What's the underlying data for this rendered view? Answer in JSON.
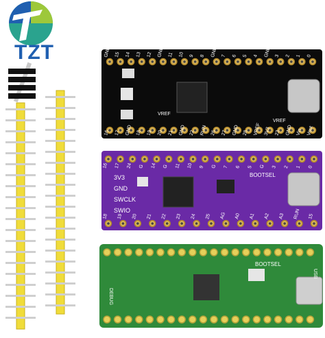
{
  "brand": {
    "name": "TZT",
    "colors": {
      "blue": "#1f5fb0",
      "teal": "#2aa38e",
      "lime": "#9dc83a"
    }
  },
  "boards": {
    "black": {
      "color": "#0b0b0b",
      "top_pins": [
        "GND",
        "15",
        "14",
        "13",
        "12",
        "GND",
        "11",
        "10",
        "9",
        "8",
        "GND",
        "7",
        "6",
        "5",
        "4",
        "GND",
        "3",
        "2",
        "1",
        "0"
      ],
      "bottom_pins": [
        "16",
        "17",
        "GND",
        "18",
        "19",
        "20",
        "21",
        "GND",
        "22",
        "RUN",
        "26",
        "27",
        "GND",
        "28",
        "VREF",
        "3V3",
        "23",
        "GND",
        "Vin",
        "Vout"
      ],
      "labels": [
        "VREF",
        "VREF"
      ]
    },
    "purple": {
      "color": "#6a2aa6",
      "top_pins": [
        "16",
        "17",
        "24",
        "G",
        "14",
        "G",
        "11",
        "10",
        "9",
        "G",
        "7",
        "6",
        "5",
        "G",
        "3",
        "2",
        "1",
        "0"
      ],
      "side_labels": [
        "3V3",
        "GND",
        "SWCLK",
        "SWIO"
      ],
      "bottom_pins": [
        "18",
        "19",
        "20",
        "21",
        "22",
        "23",
        "24",
        "25",
        "AG",
        "A0",
        "A1",
        "A2",
        "A3",
        "RUN",
        "15"
      ],
      "button_label": "BOOTSEL"
    },
    "green": {
      "color": "#2f8a3a",
      "button_label": "BOOTSEL",
      "left_label": "DEBUG",
      "right_label": "USB"
    }
  }
}
